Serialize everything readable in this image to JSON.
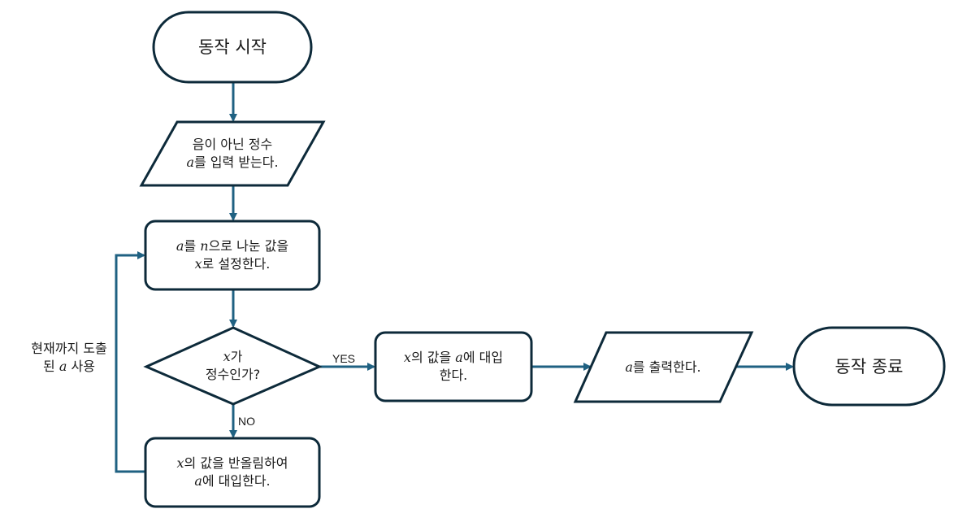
{
  "diagram": {
    "type": "flowchart",
    "colors": {
      "shape_stroke": "#0d2a3a",
      "connector": "#1f6182",
      "background": "#ffffff"
    },
    "nodes": [
      {
        "id": "start",
        "kind": "terminal",
        "lines": [
          {
            "text": "동작 시작"
          }
        ]
      },
      {
        "id": "input",
        "kind": "io",
        "lines": [
          {
            "text": "음이 아닌 정수"
          },
          {
            "var": "a",
            "text": "를 입력 받는다."
          }
        ]
      },
      {
        "id": "divide",
        "kind": "process",
        "lines": [
          {
            "var": "a",
            "text": "를 ",
            "var2": "n",
            "text2": "으로 나눈 값을"
          },
          {
            "var": "x",
            "text": "로 설정한다."
          }
        ]
      },
      {
        "id": "check",
        "kind": "decision",
        "lines": [
          {
            "var": "x",
            "text": "가"
          },
          {
            "text": "정수인가?"
          }
        ]
      },
      {
        "id": "round",
        "kind": "process",
        "lines": [
          {
            "var": "x",
            "text": "의 값을 반올림하여"
          },
          {
            "var": "a",
            "text": "에 대입한다."
          }
        ]
      },
      {
        "id": "assign",
        "kind": "process",
        "lines": [
          {
            "var": "x",
            "text": "의 값을 ",
            "var2": "a",
            "text2": "에 대입"
          },
          {
            "text": "한다."
          }
        ]
      },
      {
        "id": "output",
        "kind": "io",
        "lines": [
          {
            "var": "a",
            "text": "를 출력한다."
          }
        ]
      },
      {
        "id": "end",
        "kind": "terminal",
        "lines": [
          {
            "text": "동작 종료"
          }
        ]
      }
    ],
    "edges": [
      {
        "from": "start",
        "to": "input",
        "label": ""
      },
      {
        "from": "input",
        "to": "divide",
        "label": ""
      },
      {
        "from": "divide",
        "to": "check",
        "label": ""
      },
      {
        "from": "check",
        "to": "assign",
        "label": "YES"
      },
      {
        "from": "check",
        "to": "round",
        "label": "NO"
      },
      {
        "from": "round",
        "to": "divide",
        "label": ""
      },
      {
        "from": "assign",
        "to": "output",
        "label": ""
      },
      {
        "from": "output",
        "to": "end",
        "label": ""
      }
    ],
    "loop_note": {
      "line1": "현재까지 도출",
      "line2_pre": "된 ",
      "line2_var": "a",
      "line2_post": " 사용"
    }
  }
}
